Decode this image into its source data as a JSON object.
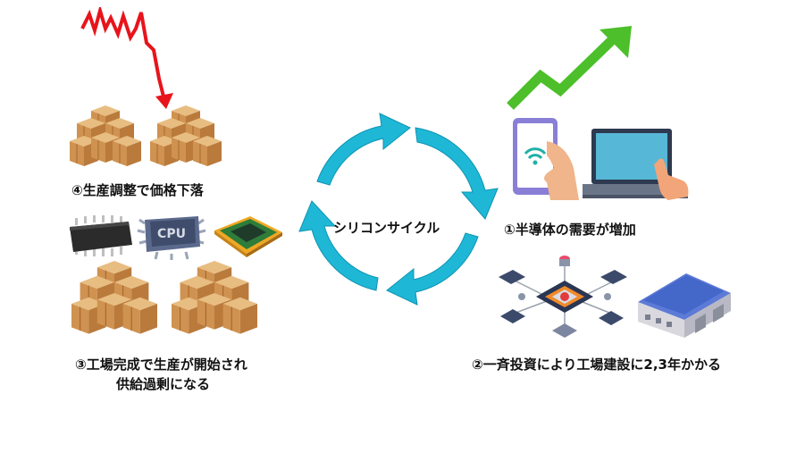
{
  "center": {
    "title": "シリコンサイクル"
  },
  "steps": [
    {
      "label": "①半導体の需要が増加"
    },
    {
      "label": "②一斉投資により工場建設に2,3年かかる"
    },
    {
      "label_line1": "③工場完成で生産が開始され",
      "label_line2": "供給過剰になる"
    },
    {
      "label": "④生産調整で価格下落"
    }
  ],
  "chip_text": "CPU",
  "colors": {
    "cycle_arrows": "#1eb8d6",
    "rising_arrow": "#4cbf2a",
    "falling_arrow": "#e8141b",
    "box": "#d9a566"
  }
}
